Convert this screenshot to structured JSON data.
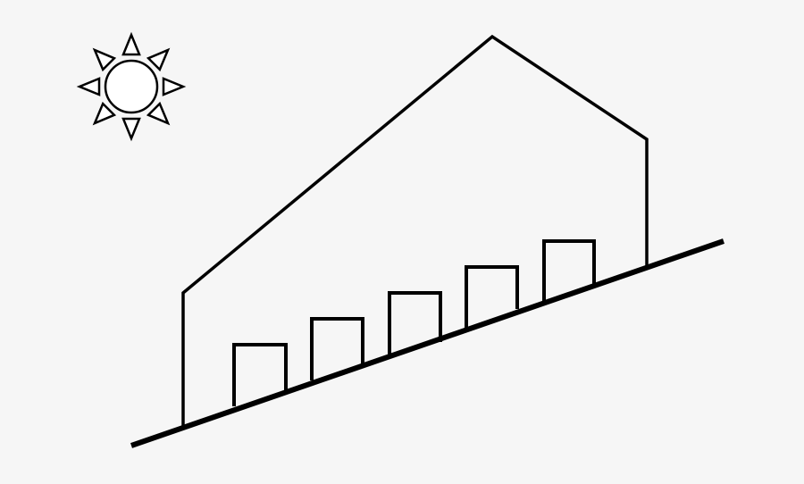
{
  "diagram": {
    "background_color": "#f6f6f6",
    "stroke_color": "#000000",
    "fill_color": "#ffffff",
    "sun_icon": "sun-icon",
    "sun_ray_count": 8,
    "house_shape": "gable-roof-outline",
    "ground": "sloped-ground-line",
    "stepped_block_count": 5
  }
}
